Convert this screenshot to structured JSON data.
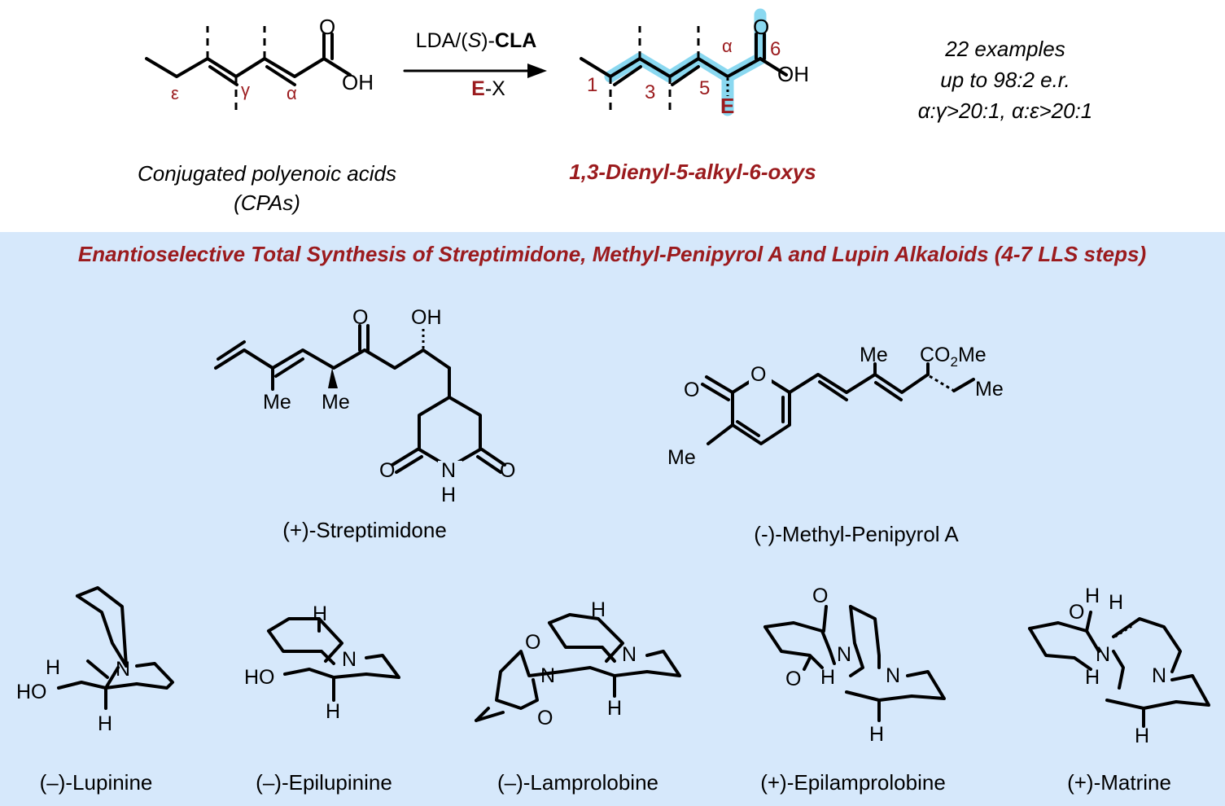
{
  "colors": {
    "accent": "#9b1b1e",
    "panel": "#d6e8fb",
    "highlight": "#8ad8f0"
  },
  "scheme": {
    "sm_labels": {
      "epsilon": "ε",
      "gamma": "γ",
      "alpha": "α",
      "carbonyl_o": "O",
      "acid_oh": "OH"
    },
    "reagent_top": [
      "LDA/(",
      "S",
      ")-",
      "CLA"
    ],
    "reagent_bottom": [
      "E",
      "-X"
    ],
    "sm_name": [
      "Conjugated polyenoic acids",
      "(CPAs)"
    ],
    "product_labels": {
      "n1": "1",
      "n3": "3",
      "n5": "5",
      "n6": "6",
      "alpha": "α",
      "carbonyl_o": "O",
      "acid_oh": "OH",
      "e": "E"
    },
    "product_name": "1,3-Dienyl-5-alkyl-6-oxys",
    "scope": [
      "22 examples",
      "up to 98:2 e.r.",
      "α:γ>20:1, α:ε>20:1"
    ]
  },
  "panel_title": "Enantioselective Total Synthesis of Streptimidone, Methyl-Penipyrol A and Lupin Alkaloids (4-7 LLS steps)",
  "targets": {
    "streptimidone": {
      "name": "(+)-Streptimidone",
      "atoms": {
        "o_ketone": "O",
        "oh": "OH",
        "me1": "Me",
        "me2": "Me",
        "o1": "O",
        "n": "N",
        "o2": "O",
        "h": "H"
      }
    },
    "penipyrol": {
      "name": "(-)-Methyl-Penipyrol A",
      "atoms": {
        "me_top": "Me",
        "ester": [
          "CO",
          "2",
          "Me"
        ],
        "me_ethyl": "Me",
        "o_carbonyl": "O",
        "o_ring": "O",
        "me_ring": "Me"
      }
    },
    "alkaloids": [
      {
        "name": "(–)-Lupinine",
        "atoms": [
          "H",
          "N",
          "HO",
          "H"
        ]
      },
      {
        "name": "(–)-Epilupinine",
        "atoms": [
          "H",
          "N",
          "HO",
          "H"
        ]
      },
      {
        "name": "(–)-Lamprolobine",
        "atoms": [
          "H",
          "O",
          "N",
          "N",
          "O",
          "H"
        ]
      },
      {
        "name": "(+)-Epilamprolobine",
        "atoms": [
          "O",
          "N",
          "O",
          "H",
          "N",
          "H"
        ]
      },
      {
        "name": "(+)-Matrine",
        "atoms": [
          "H",
          "O",
          "H",
          "N",
          "H",
          "N",
          "H"
        ]
      }
    ]
  }
}
